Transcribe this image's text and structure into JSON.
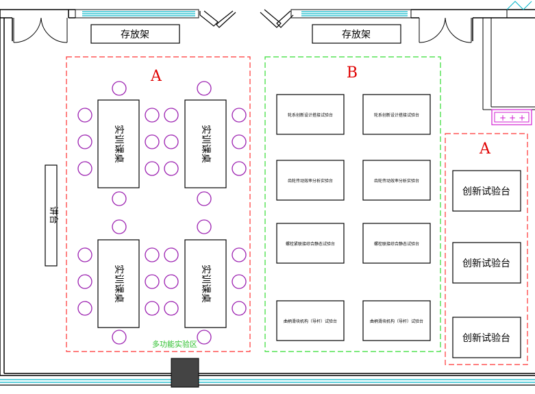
{
  "shelves": [
    {
      "label": "存放架"
    },
    {
      "label": "存放架"
    }
  ],
  "podium": {
    "label": "讲台"
  },
  "zones": {
    "a_left": {
      "letter": "A",
      "caption": "多功能实验区"
    },
    "b_middle": {
      "letter": "B"
    },
    "a_right": {
      "letter": "A"
    }
  },
  "training_tables": [
    {
      "label": "实训课桌"
    },
    {
      "label": "实训课桌"
    },
    {
      "label": "实训课桌"
    },
    {
      "label": "实训课桌"
    }
  ],
  "b_stations": [
    {
      "label": "轮系创新设计搭接试验台"
    },
    {
      "label": "轮系创新设计搭接试验台"
    },
    {
      "label": "齿轮传动效率分析实验台"
    },
    {
      "label": "齿轮传动效率分析实验台"
    },
    {
      "label": "螺栓紧联接综合静态试验台"
    },
    {
      "label": "螺栓联接综合静态试验台"
    },
    {
      "label": "曲柄滑块机构（导杆）试验台"
    },
    {
      "label": "曲柄滑块机构（导杆）试验台"
    }
  ],
  "innovation_stations": [
    {
      "label": "创新试验台"
    },
    {
      "label": "创新试验台"
    },
    {
      "label": "创新试验台"
    }
  ],
  "colors": {
    "wall": "#000000",
    "window": "#00b4c8",
    "zone_a": "#ff3333",
    "zone_b": "#33dd33",
    "chair": "#9b1fb0",
    "door_mat": "#444444"
  }
}
